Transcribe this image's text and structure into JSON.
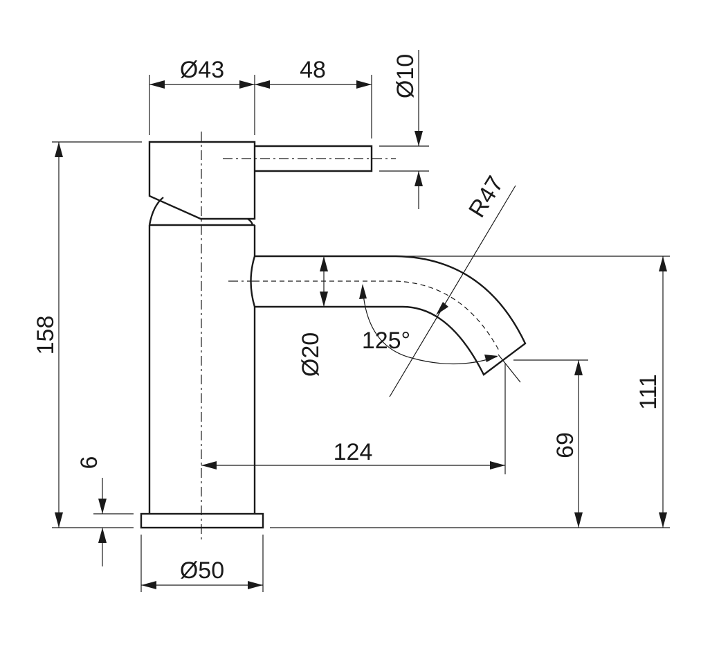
{
  "drawing": {
    "dimensions": {
      "handle_base_diameter": "Ø43",
      "lever_length": "48",
      "lever_diameter": "Ø10",
      "spout_radius": "R47",
      "overall_height": "158",
      "spout_diameter": "Ø20",
      "spout_angle": "125°",
      "outlet_height_top": "111",
      "spout_reach": "124",
      "outlet_height": "69",
      "base_thickness": "6",
      "base_diameter": "Ø50"
    },
    "colors": {
      "line": "#1a1a1a",
      "background": "#ffffff"
    }
  }
}
